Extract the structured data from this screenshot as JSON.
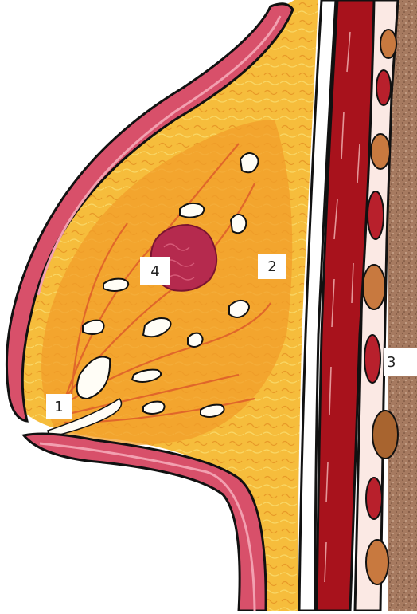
{
  "labels": {
    "nipple": "1",
    "fatty_tissue": "2",
    "chest_wall": "3",
    "tumor": "4"
  },
  "colors": {
    "skin": "#d8506a",
    "skin_highlight": "#f2a0b0",
    "fat": "#f4b435",
    "fat_light": "#f8cf57",
    "duct_lines": "#e0662a",
    "tumor": "#b52a4e",
    "muscle": "#a8121c",
    "rib_tissue": "#c06a3a",
    "bone": "#a67a60",
    "outline": "#111111"
  }
}
